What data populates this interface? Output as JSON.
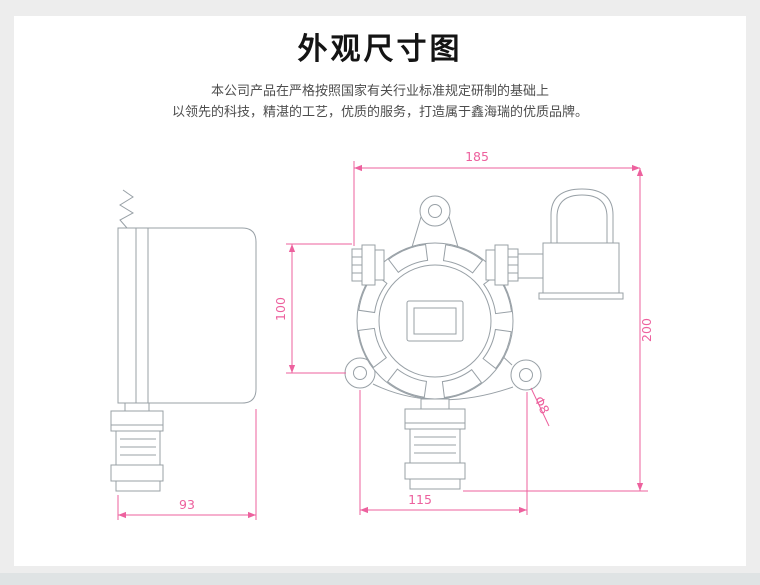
{
  "header": {
    "title": "外观尺寸图",
    "subtitle_line1": "本公司产品在严格按照国家有关行业标准规定研制的基础上",
    "subtitle_line2": "以领先的科技，精湛的工艺，优质的服务，打造属于鑫海瑞的优质品牌。"
  },
  "diagram": {
    "dimensions": {
      "overall_width": "185",
      "body_height": "100",
      "overall_height": "200",
      "side_depth": "93",
      "mount_hole_spacing": "115",
      "mount_hole_diameter": "Φ8"
    },
    "colors": {
      "dimension_line": "#ed619e",
      "drawing_line": "#98a0a6"
    }
  }
}
